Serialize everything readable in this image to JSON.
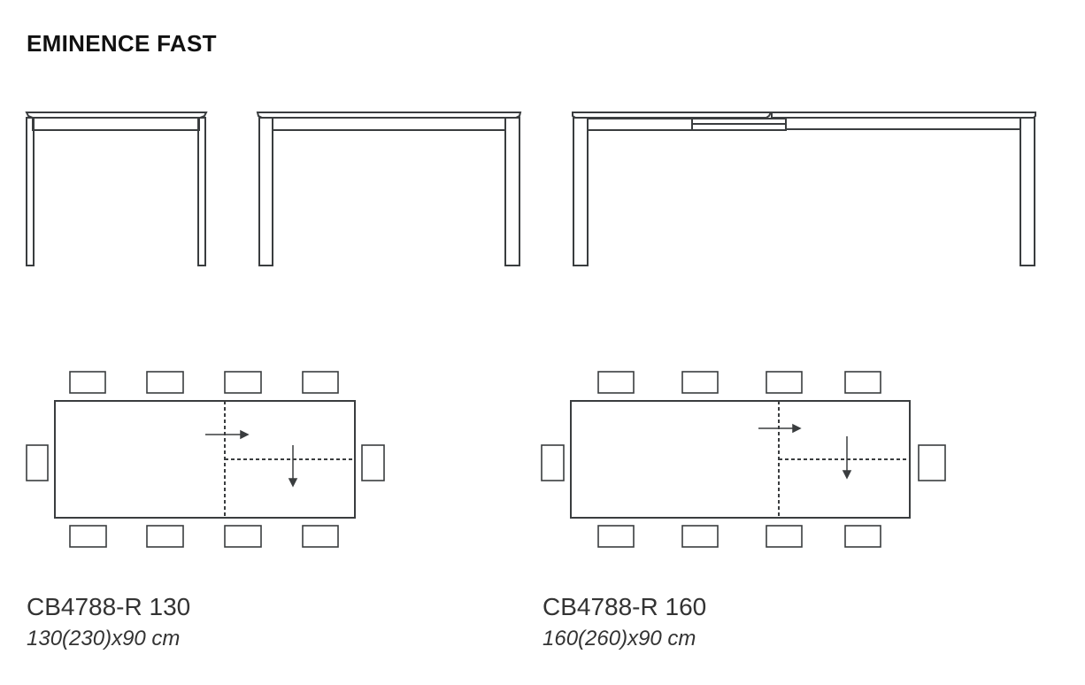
{
  "title": "EMINENCE FAST",
  "models": [
    {
      "code": "CB4788-R 130",
      "dimensions": "130(230)x90 cm"
    },
    {
      "code": "CB4788-R 160",
      "dimensions": "160(260)x90 cm"
    }
  ],
  "line_color": "#3a3d3f"
}
